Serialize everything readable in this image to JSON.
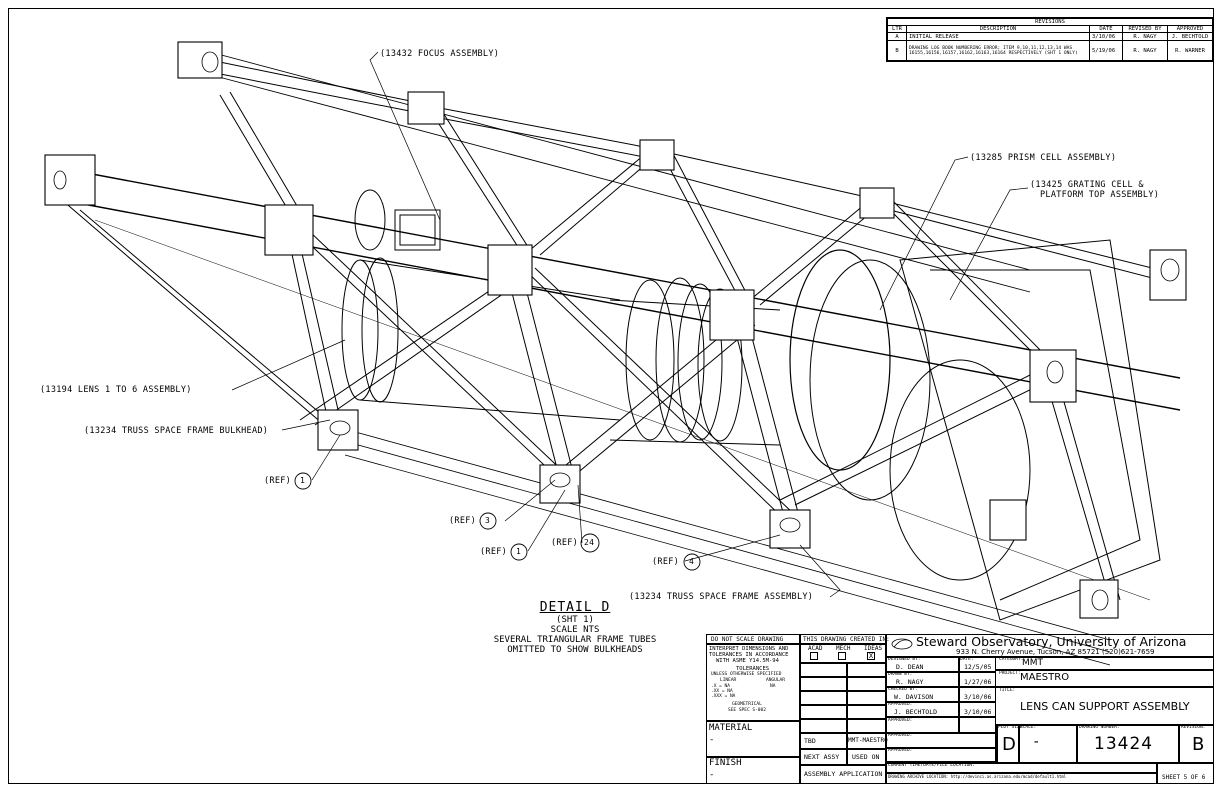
{
  "revisions": {
    "title": "REVISIONS",
    "headers": [
      "LTR",
      "DESCRIPTION",
      "DATE",
      "REVISED BY",
      "APPROVED"
    ],
    "rows": [
      {
        "ltr": "A",
        "desc": "INITIAL RELEASE",
        "date": "3/10/06",
        "by": "R. NAGY",
        "approved": "J. BECHTOLD"
      },
      {
        "ltr": "B",
        "desc": "DRAWING LOG BOOK NUMBERING ERROR; ITEM 9,10,11,12,13,14 WAS 16155,16156,16157,16162,16163,16164 RESPECTIVELY (SHT 1 ONLY)",
        "date": "5/19/06",
        "by": "R. NAGY",
        "approved": "R. WARNER"
      }
    ]
  },
  "callouts": {
    "focus": "(13432 FOCUS ASSEMBLY)",
    "prism": "(13285 PRISM CELL ASSEMBLY)",
    "grating": "(13425 GRATING CELL &",
    "grating2": "PLATFORM TOP ASSEMBLY)",
    "lens": "(13194 LENS 1 TO 6 ASSEMBLY)",
    "bulkhead": "(13234 TRUSS SPACE FRAME BULKHEAD)",
    "frame": "(13234 TRUSS SPACE FRAME ASSEMBLY)",
    "ref": "(REF)",
    "balloons": [
      "1",
      "3",
      "1",
      "24",
      "4"
    ]
  },
  "detail": {
    "title": "DETAIL D",
    "sheet": "(SHT 1)",
    "scale": "SCALE NTS",
    "note1": "SEVERAL TRIANGULAR FRAME TUBES",
    "note2": "OMITTED TO SHOW BULKHEADS"
  },
  "titleblock": {
    "do_not_scale": "DO NOT SCALE DRAWING",
    "interpret1": "INTERPRET DIMENSIONS AND",
    "interpret2": "TOLERANCES IN ACCORDANCE",
    "interpret3": "WITH ASME Y14.5M-94",
    "tolerances": "TOLERANCES",
    "unless": "UNLESS OTHERWISE SPECIFIED",
    "linear": "LINEAR",
    "angular": "ANGULAR",
    "tol_x": ".X  = NA",
    "tol_xx": ".XX  = NA",
    "tol_xxx": ".XXX = NA",
    "tol_ang": "NA",
    "geometrical": "GEOMETRICAL",
    "see_spec": "SEE SPEC S-002",
    "material_label": "MATERIAL",
    "material": "-",
    "finish_label": "FINISH",
    "finish": "-",
    "created_in": "THIS DRAWING CREATED IN:",
    "acad": "ACAD",
    "mech": "MECH",
    "ideas": "IDEAS",
    "ideas_mark": "X",
    "tbd": "TBD",
    "next_assy_val": "MMT-MAESTRO",
    "next_assy": "NEXT ASSY",
    "used_on": "USED ON",
    "assembly_app": "ASSEMBLY APPLICATION",
    "org": "Steward Observatory, University of Arizona",
    "address": "933 N. Cherry Avenue, Tucson, AZ  85721   (520)621-7659",
    "designed_by_label": "DESIGNED BY:",
    "designed_by": "D. DEAN",
    "date_label": "DATE:",
    "designed_date": "12/5/05",
    "drawn_by_label": "DRAWN BY:",
    "drawn_by": "R. NAGY",
    "drawn_date": "1/27/06",
    "checked_by_label": "CHECKED BY:",
    "checked_by": "W. DAVISON",
    "checked_date": "3/10/06",
    "approved_label": "APPROVED:",
    "approved_by": "J. BECHTOLD",
    "approved_date": "3/10/06",
    "category_label": "CATEGORY:",
    "category": "MMT",
    "project_label": "PROJECT:",
    "project": "MAESTRO",
    "title_label": "TITLE:",
    "title": "LENS CAN SUPPORT ASSEMBLY",
    "plot_size_label": "PLOT SIZE",
    "plot_size": "D",
    "scale_label": "SCALE:",
    "scale": "-",
    "drawing_no_label": "DRAWING NUMBER:",
    "drawing_no": "13424",
    "revision_label": "REVISION:",
    "revision": "B",
    "current_time": "CURRENT TIME/DATE/FILE LOCATION:",
    "archive": "DRAWING ARCHIVE LOCATION: http://devinci.as.arizona.edu/mcad/default1.html",
    "sheet": "SHEET 5 OF 6"
  }
}
